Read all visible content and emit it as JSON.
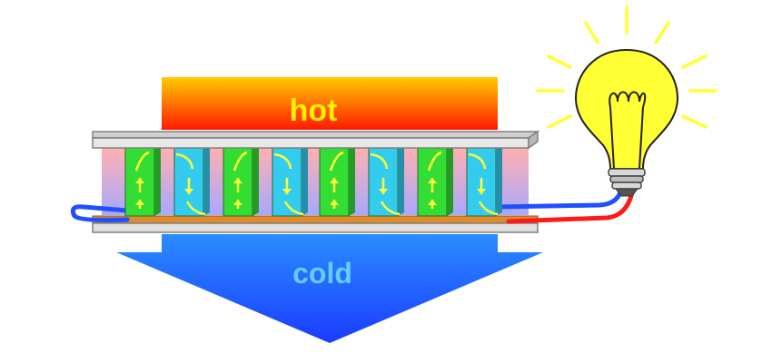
{
  "labels": {
    "hot": "hot",
    "cold": "cold"
  },
  "colors": {
    "hot_top": "#ffcc00",
    "hot_bottom": "#ff1a00",
    "cold_top": "#1a3cff",
    "cold_bottom": "#2a8cff",
    "cold_text": "#66ccff",
    "plate_fill": "#e0e0e0",
    "plate_stroke": "#808080",
    "p_type_leg": "#33dd33",
    "n_type_leg": "#33ccee",
    "conductor": "#e08a2a",
    "flow_arrow": "#ffff33",
    "wire_cold": "#1f4fff",
    "wire_hot": "#ff1a1a",
    "bulb_glass": "#ffff33",
    "bulb_rays": "#ffff33"
  },
  "legs": [
    "p",
    "n",
    "p",
    "n",
    "p",
    "n",
    "p",
    "n"
  ],
  "icons": [
    "light-bulb-icon",
    "light-ray-icon"
  ]
}
